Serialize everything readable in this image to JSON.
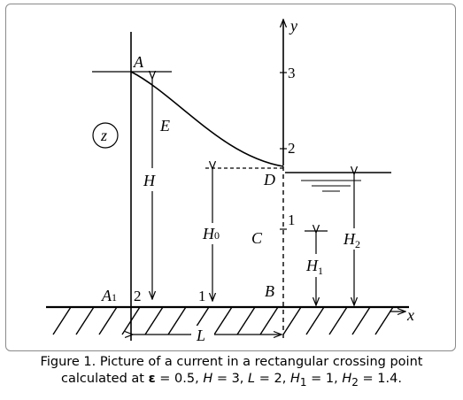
{
  "diagram": {
    "labels": {
      "z": "z",
      "y": "y",
      "x": "x",
      "A": "A",
      "E": "E",
      "D": "D",
      "C": "C",
      "B": "B",
      "H": "H",
      "L": "L",
      "H0_main": "H",
      "H0_sub": "0",
      "H1_main": "H",
      "H1_sub": "1",
      "H2_main": "H",
      "H2_sub": "2",
      "A1_main": "A",
      "A1_sub": "1"
    },
    "ticks": {
      "y3": "3",
      "y2": "2",
      "y1": "1",
      "n2": "2",
      "n1": "1"
    }
  },
  "caption": {
    "line1": "Figure 1. Picture of a current in a rectangular crossing point",
    "line2_prefix": "calculated at ",
    "eps": "ε",
    "eps_val": " = 0.5, ",
    "H_sym": "H",
    "H_val": " = 3, ",
    "L_sym": "L",
    "L_val": " = 2, ",
    "H1_sym": "H",
    "H1_sub": "1",
    "H1_val": " = 1, ",
    "H2_sym": "H",
    "H2_sub": "2",
    "H2_val": " = 1.4."
  }
}
